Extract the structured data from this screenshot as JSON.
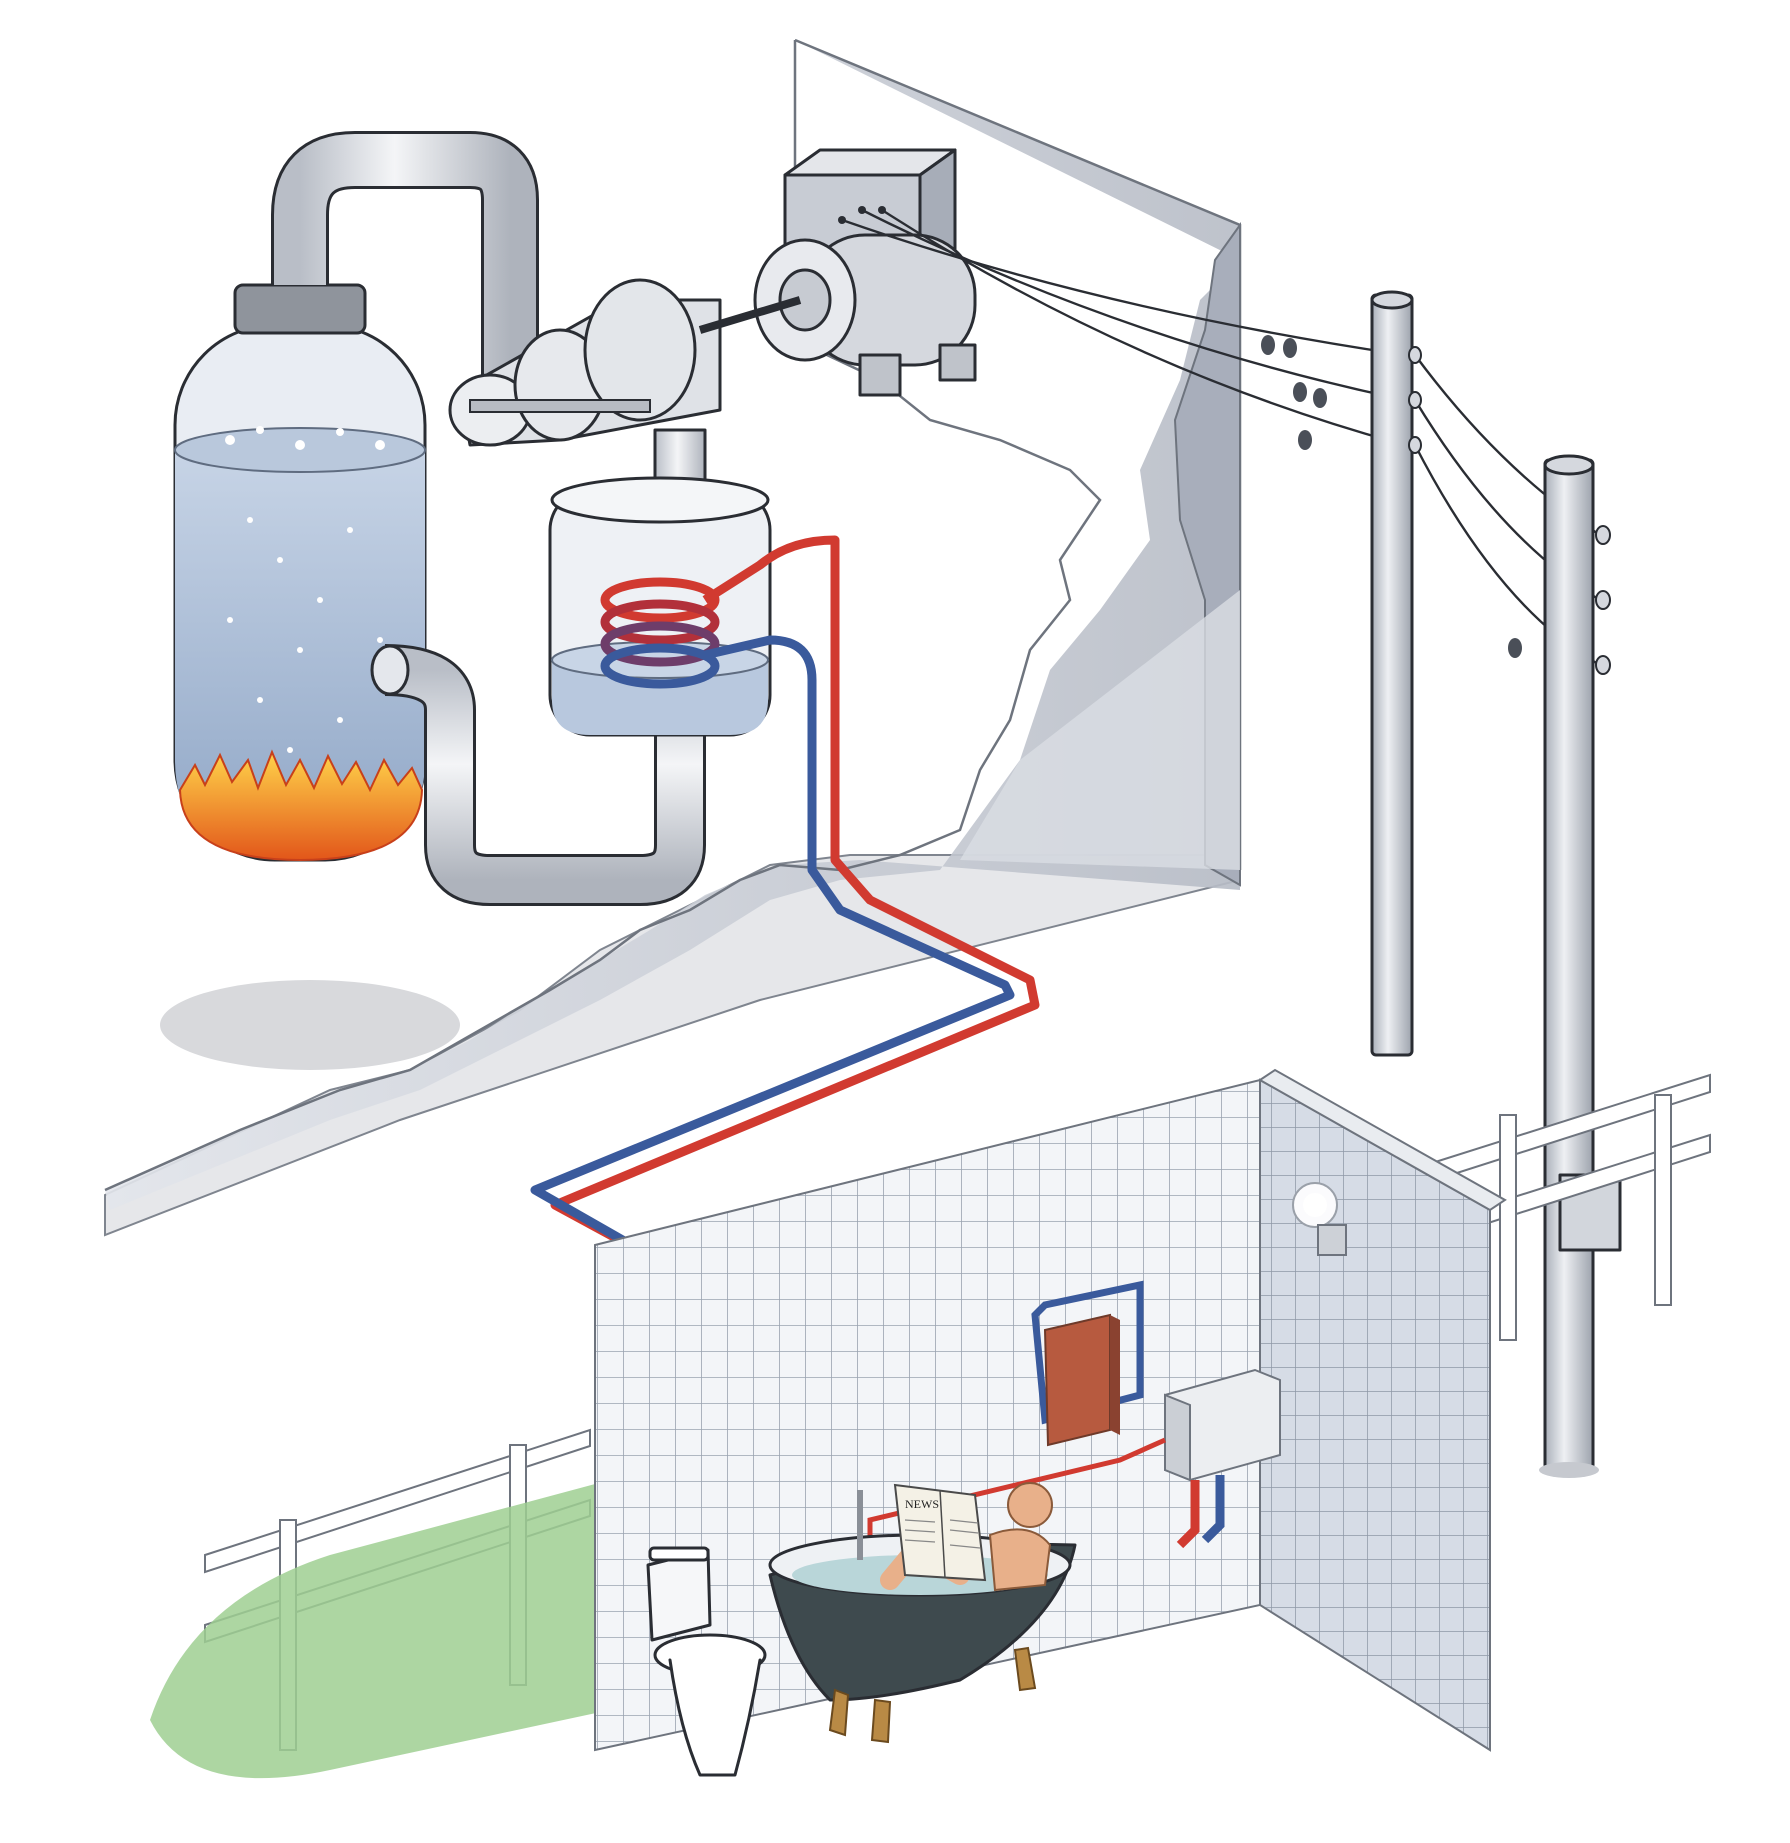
{
  "scene": {
    "description_visible_text": [],
    "newspaper_masthead": "NEWS",
    "colors": {
      "hot_pipe": "#d13a30",
      "cold_pipe": "#3a5a9c",
      "water": "#a9bdd8",
      "fire": "#f08a1c",
      "wall": "#c9ccd4",
      "tile": "#f2f4f7",
      "grass": "#9fcf92",
      "pipe_metal": "#dfe2e7"
    },
    "components": [
      "boiler-tank",
      "steam-pipe",
      "steam-turbine",
      "electric-generator",
      "heat-exchanger",
      "hot-water-pipe",
      "cold-water-pipe",
      "power-lines",
      "utility-pole",
      "radiator",
      "water-heater-box",
      "bathtub",
      "toilet",
      "wall-lamp",
      "fence",
      "grass-patch"
    ]
  }
}
